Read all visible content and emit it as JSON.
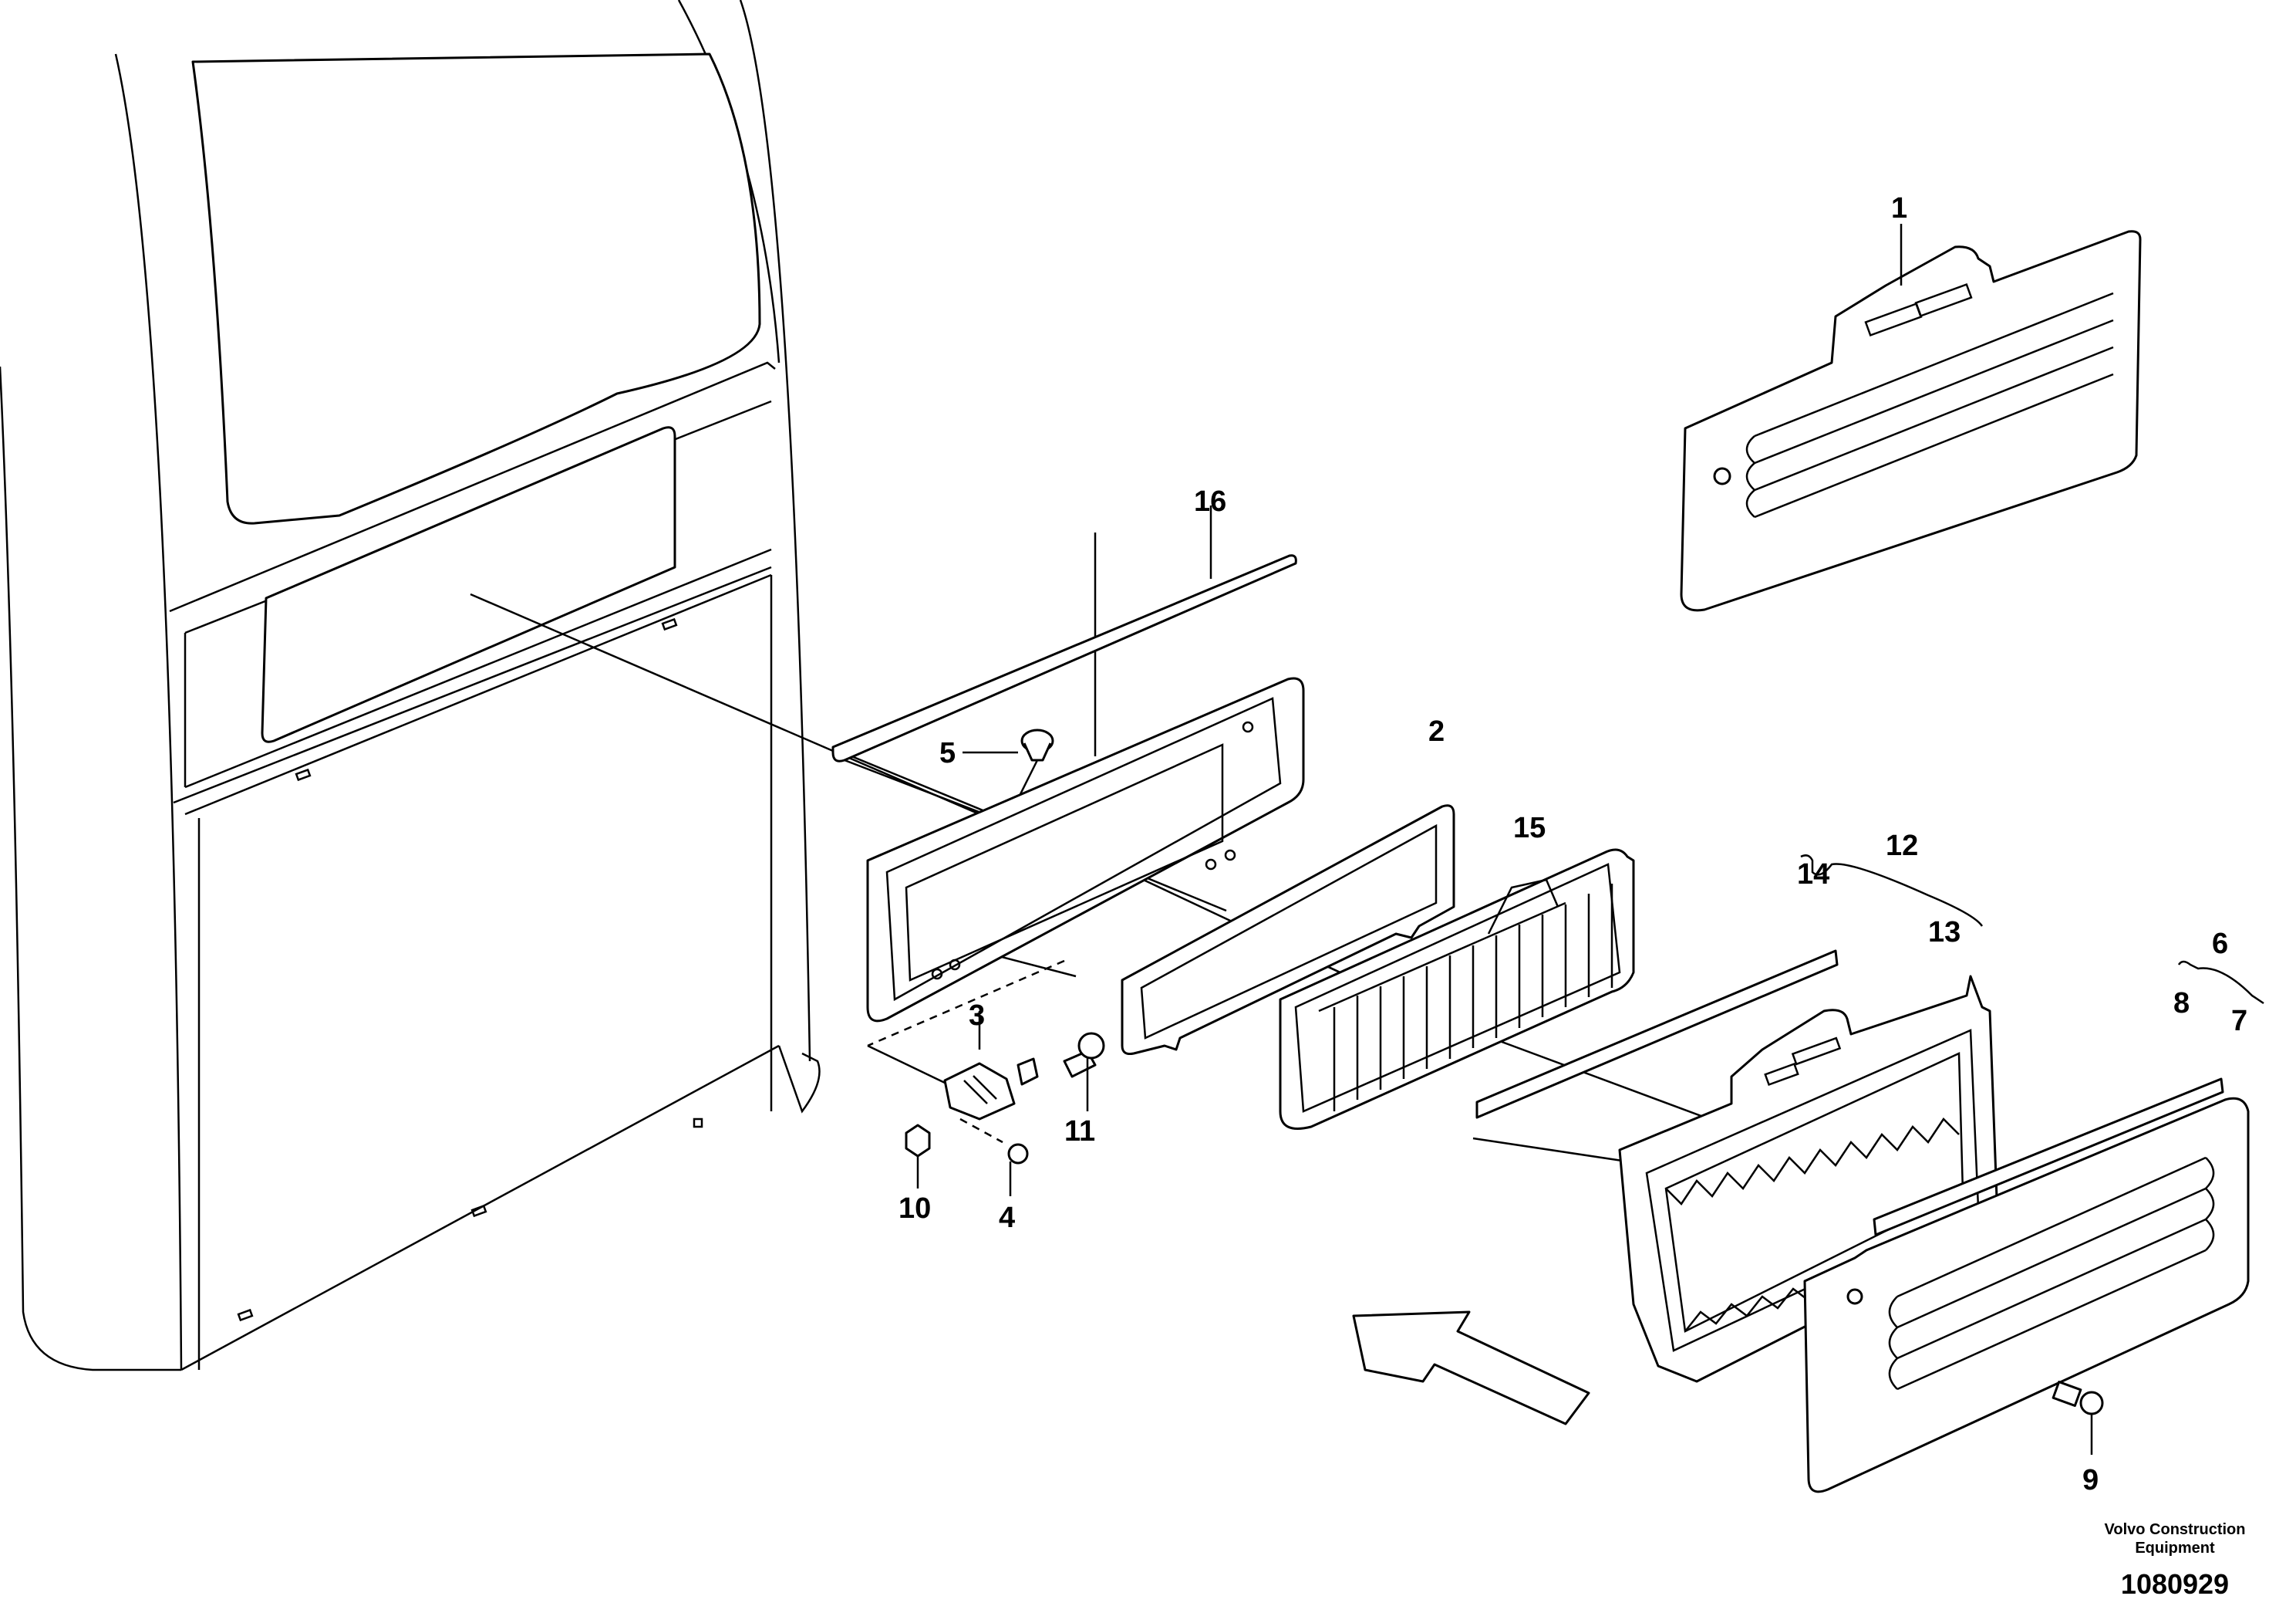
{
  "diagram": {
    "callouts": [
      {
        "id": "1",
        "label": "1"
      },
      {
        "id": "2",
        "label": "2"
      },
      {
        "id": "3",
        "label": "3"
      },
      {
        "id": "4",
        "label": "4"
      },
      {
        "id": "5",
        "label": "5"
      },
      {
        "id": "6",
        "label": "6"
      },
      {
        "id": "7",
        "label": "7"
      },
      {
        "id": "8",
        "label": "8"
      },
      {
        "id": "9",
        "label": "9"
      },
      {
        "id": "10",
        "label": "10"
      },
      {
        "id": "11",
        "label": "11"
      },
      {
        "id": "12",
        "label": "12"
      },
      {
        "id": "13",
        "label": "13"
      },
      {
        "id": "14",
        "label": "14"
      },
      {
        "id": "15",
        "label": "15"
      },
      {
        "id": "16",
        "label": "16"
      }
    ]
  },
  "credit": {
    "company_line1": "Volvo Construction",
    "company_line2": "Equipment",
    "drawing_number": "1080929"
  }
}
